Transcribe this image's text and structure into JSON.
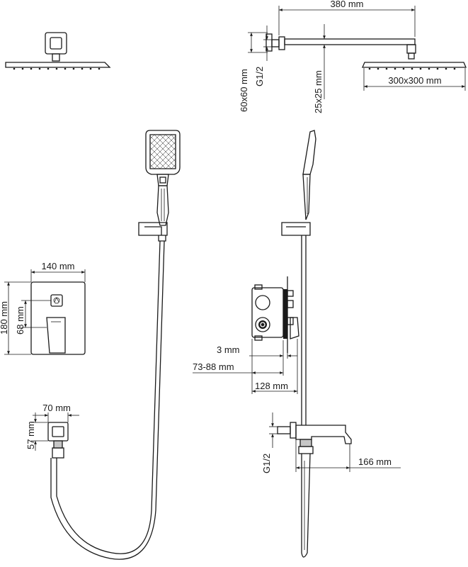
{
  "dimensions": {
    "arm_length": "380 mm",
    "flange_size": "60x60 mm",
    "thread_top": "G1/2",
    "arm_section": "25x25 mm",
    "head_size": "300x300 mm",
    "plate_width": "140 mm",
    "plate_height": "180 mm",
    "handle_offset": "68 mm",
    "cover_gap": "3 mm",
    "wall_depth": "73-88 mm",
    "body_depth": "128 mm",
    "outlet_width": "70 mm",
    "outlet_height": "57 mm",
    "thread_bottom": "G1/2",
    "spout_length": "166 mm"
  }
}
